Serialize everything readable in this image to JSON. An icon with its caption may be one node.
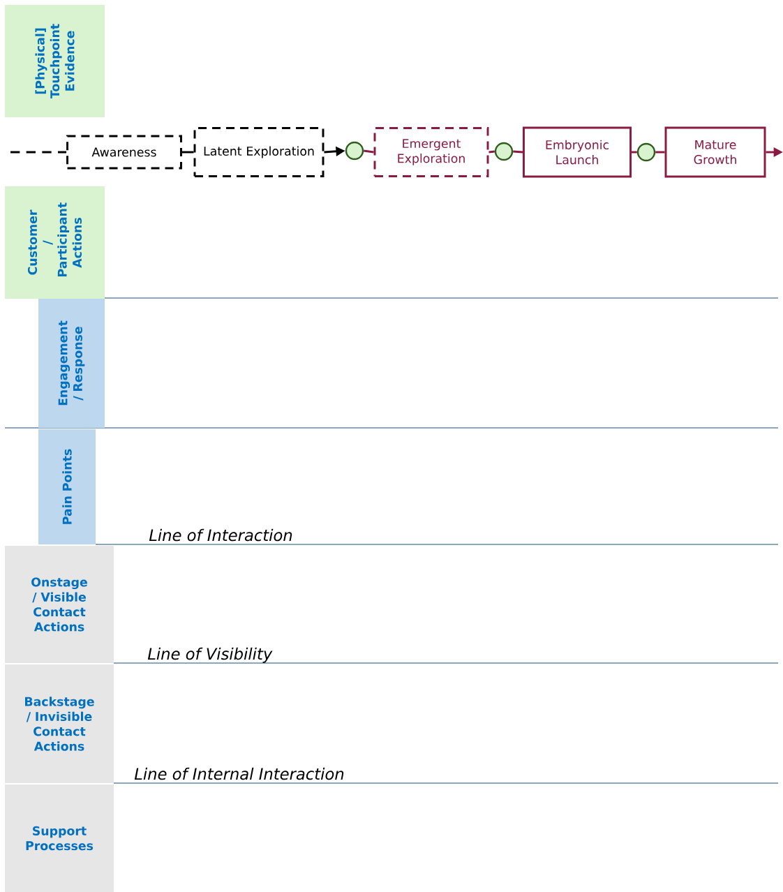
{
  "diagram": {
    "nodes": [
      {
        "text": [
          "[Physical] Touchpoint Evidence"
        ]
      },
      {
        "text": [
          "Awareness"
        ]
      },
      {
        "text": [
          "Latent Exploration"
        ]
      },
      {
        "text": [],
        "shape": "circle"
      },
      {
        "text": [
          "Emergent Exploration"
        ]
      },
      {
        "text": [],
        "shape": "circle"
      },
      {
        "text": [
          "Embryonic Launch"
        ]
      },
      {
        "text": [],
        "shape": "circle"
      },
      {
        "text": [
          "Mature Growth"
        ]
      },
      {
        "text": [
          "Customer / Participant Actions"
        ]
      },
      {
        "text": [
          "Engagement / Response"
        ]
      },
      {
        "text": [
          "Pain Points"
        ]
      },
      {
        "text": [
          "Onstage / Visible Contact Actions"
        ]
      },
      {
        "text": [
          "Backstage / Invisible Contact Actions"
        ]
      },
      {
        "text": [
          "Support Processes"
        ]
      }
    ],
    "edges": [
      {
        "from": null,
        "to": 1,
        "arrow": "none",
        "style": "dashed",
        "color": "#000000"
      },
      {
        "from": 1,
        "to": 2,
        "arrow": "none",
        "color": "#000000"
      },
      {
        "from": 2,
        "to": 3,
        "arrow": "to",
        "color": "#000000"
      },
      {
        "from": 3,
        "to": 4,
        "arrow": "none"
      },
      {
        "from": 4,
        "to": 5,
        "arrow": "none"
      },
      {
        "from": 5,
        "to": 6,
        "arrow": "none"
      },
      {
        "from": 6,
        "to": 7,
        "arrow": "none"
      },
      {
        "from": 7,
        "to": 8,
        "arrow": "none"
      },
      {
        "from": 8,
        "to": null,
        "arrow": "to"
      }
    ],
    "labels": [
      "Line of Interaction",
      "Line of Visibility",
      "Line of Internal Interaction"
    ]
  }
}
